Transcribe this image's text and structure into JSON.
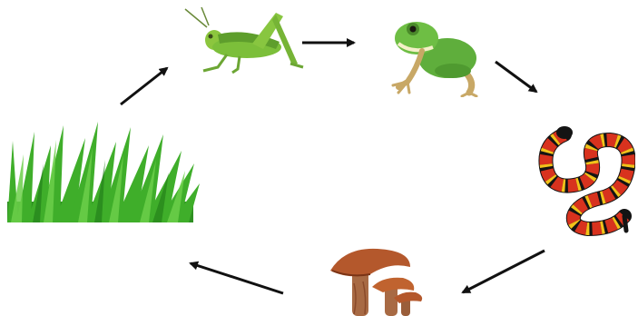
{
  "diagram": {
    "kind": "food cycle",
    "nodes": [
      {
        "id": "grass",
        "icon": "grass-illustration"
      },
      {
        "id": "grasshopper",
        "icon": "grasshopper-photo"
      },
      {
        "id": "frog",
        "icon": "frog-photo"
      },
      {
        "id": "snake",
        "icon": "coral-snake-photo"
      },
      {
        "id": "mushroom",
        "icon": "mushroom-photo"
      }
    ],
    "edges": [
      {
        "from": "grass",
        "to": "grasshopper"
      },
      {
        "from": "grasshopper",
        "to": "frog"
      },
      {
        "from": "frog",
        "to": "snake"
      },
      {
        "from": "snake",
        "to": "mushroom"
      },
      {
        "from": "mushroom",
        "to": "grass"
      }
    ],
    "colors": {
      "arrow": "#111111",
      "grass": "#3fae2a",
      "grasshopper": "#7cbf3a",
      "frog": "#5fae3c",
      "snake_red": "#d8321e",
      "snake_yellow": "#f2c21a",
      "snake_black": "#141414",
      "mushroom": "#b4582c"
    }
  }
}
